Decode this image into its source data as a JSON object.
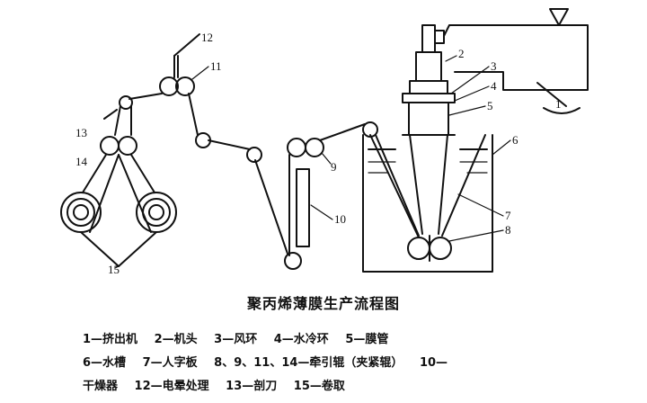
{
  "diagram": {
    "labels": [
      "1",
      "2",
      "3",
      "4",
      "5",
      "6",
      "7",
      "8",
      "9",
      "10",
      "11",
      "12",
      "13",
      "14",
      "15"
    ]
  },
  "caption": "聚丙烯薄膜生产流程图",
  "legend": {
    "row1": [
      "1—挤出机",
      "2—机头",
      "3—风环",
      "4—水冷环",
      "5—膜管"
    ],
    "row2": [
      "6—水槽",
      "7—人字板",
      "8、9、11、14—牵引辊（夹紧辊）",
      "10—"
    ],
    "row3": [
      "干燥器",
      "12—电晕处理",
      "13—剖刀",
      "15—卷取"
    ]
  }
}
